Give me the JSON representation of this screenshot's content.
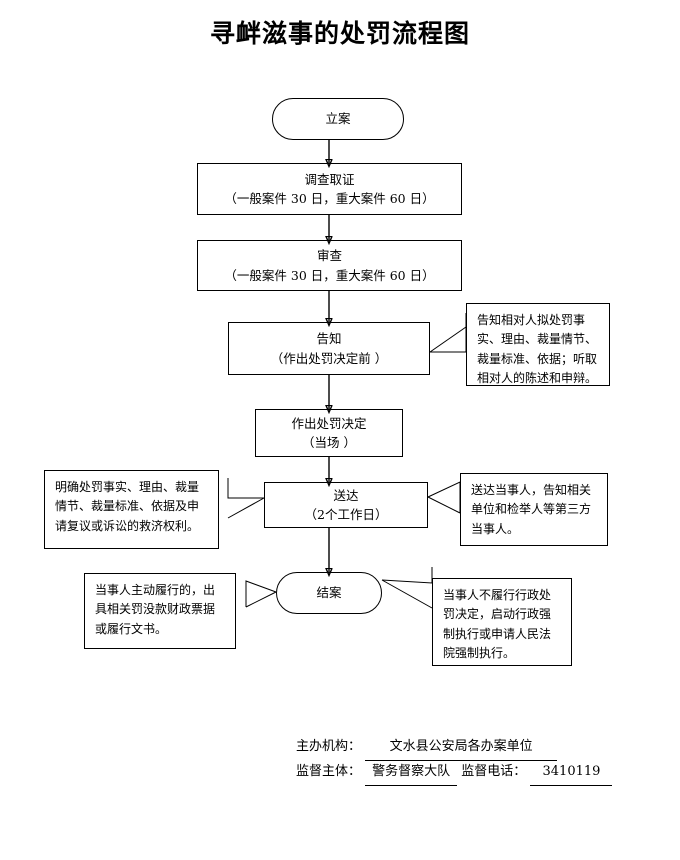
{
  "title": "寻衅滋事的处罚流程图",
  "nodes": {
    "start": {
      "line1": "立案",
      "line2": ""
    },
    "investigate": {
      "line1": "调查取证",
      "line2": "（一般案件 30 日，重大案件 60 日）"
    },
    "review": {
      "line1": "审查",
      "line2": "（一般案件 30 日，重大案件 60 日）"
    },
    "notify": {
      "line1": "告知",
      "line2": "（作出处罚决定前 ）"
    },
    "decision": {
      "line1": "作出处罚决定",
      "line2": "（当场 ）"
    },
    "serve": {
      "line1": "送达",
      "line2": "（2个工作日）"
    },
    "close": {
      "line1": "结案",
      "line2": ""
    }
  },
  "callouts": {
    "notify_right": "告知相对人拟处罚事实、理由、裁量情节、裁量标准、依据；听取相对人的陈述和申辩。",
    "serve_left": "明确处罚事实、理由、裁量情节、裁量标准、依据及申请复议或诉讼的救济权利。",
    "serve_right": "送达当事人，告知相关单位和检举人等第三方当事人。",
    "close_left": "当事人主动履行的，出具相关罚没款财政票据或履行文书。",
    "close_right": "当事人不履行行政处罚决定，启动行政强制执行或申请人民法院强制执行。"
  },
  "footer": {
    "org_label": "主办机构：",
    "org_value": "文水县公安局各办案单位",
    "supervisor_label": "监督主体：",
    "supervisor_value": "警务督察大队",
    "phone_label": "监督电话：",
    "phone_value": "3410119"
  },
  "colors": {
    "ink": "#000000",
    "paper": "#ffffff"
  }
}
